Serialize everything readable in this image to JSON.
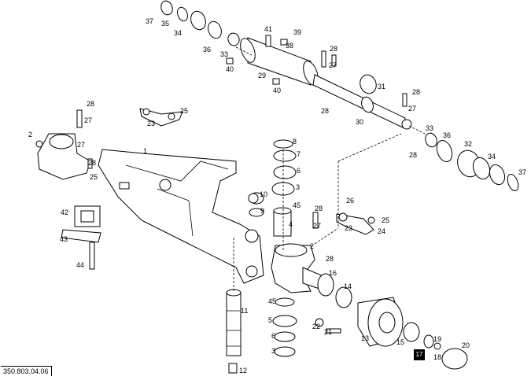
{
  "document_number": "350.803.04.06",
  "highlighted_callout": "17",
  "callouts": [
    "37",
    "35",
    "34",
    "36",
    "33",
    "40",
    "29",
    "38",
    "39",
    "41",
    "40",
    "28",
    "27",
    "31",
    "28",
    "27",
    "30",
    "28",
    "33",
    "36",
    "32",
    "34",
    "37",
    "28",
    "27",
    "25",
    "23",
    "28",
    "27",
    "2",
    "28",
    "25",
    "1",
    "42",
    "43",
    "44",
    "8",
    "7",
    "6",
    "3",
    "10",
    "9",
    "45",
    "4",
    "28",
    "27",
    "26",
    "25",
    "23",
    "24",
    "2",
    "28",
    "16",
    "14",
    "11",
    "45",
    "22",
    "21",
    "5",
    "6",
    "3",
    "12",
    "13",
    "15",
    "19",
    "18",
    "20"
  ]
}
